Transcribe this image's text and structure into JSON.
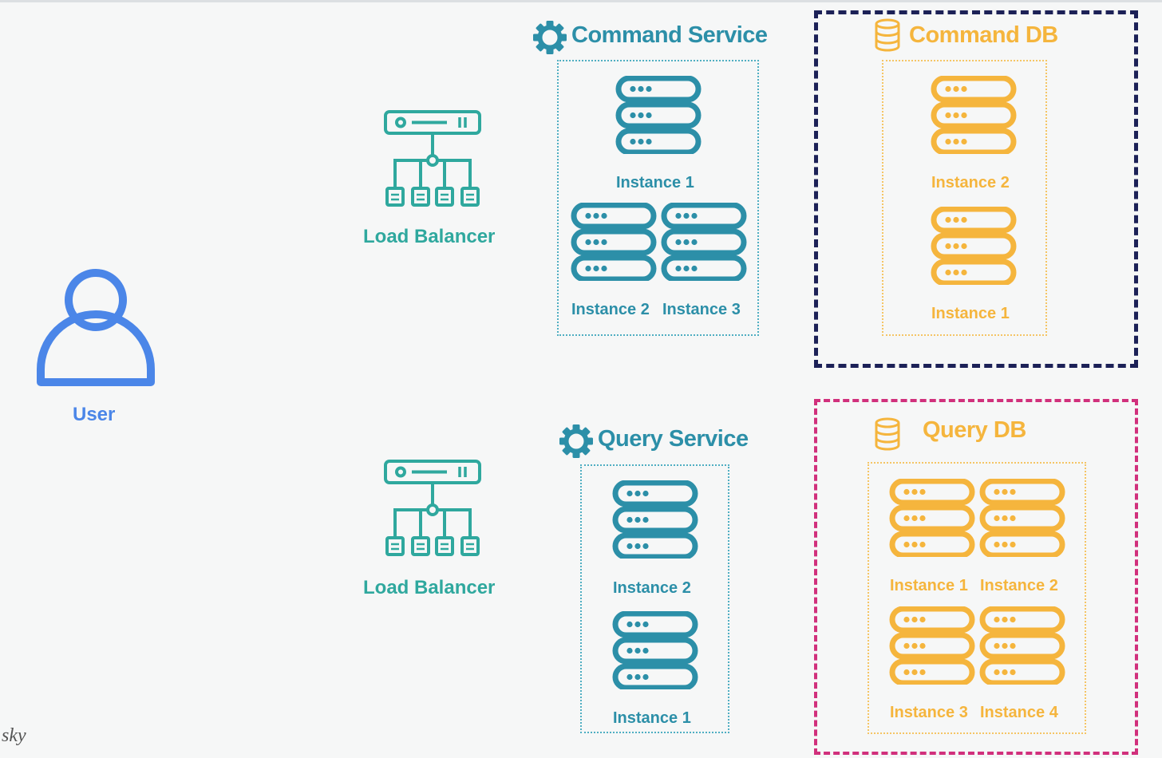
{
  "colors": {
    "user": "#4b86e8",
    "load_balancer": "#2fa89e",
    "service": "#2c8fa8",
    "database": "#f5b53d",
    "command_db_border": "#1c2157",
    "query_db_border": "#d1307c"
  },
  "user": {
    "label": "User",
    "icon": "user-icon"
  },
  "load_balancers": [
    {
      "label": "Load Balancer",
      "icon": "load-balancer-icon"
    },
    {
      "label": "Load Balancer",
      "icon": "load-balancer-icon"
    }
  ],
  "command_service": {
    "title": "Command Service",
    "icon": "gear-icon",
    "instances": [
      "Instance 1",
      "Instance 2",
      "Instance 3"
    ]
  },
  "query_service": {
    "title": "Query Service",
    "icon": "gear-icon",
    "instances": [
      "Instance 2",
      "Instance 1"
    ]
  },
  "command_db": {
    "title": "Command DB",
    "icon": "database-icon",
    "instances": [
      "Instance 2",
      "Instance 1"
    ]
  },
  "query_db": {
    "title": "Query DB",
    "icon": "database-icon",
    "instances": [
      "Instance 1",
      "Instance 2",
      "Instance 3",
      "Instance 4"
    ]
  },
  "watermark": "sky"
}
